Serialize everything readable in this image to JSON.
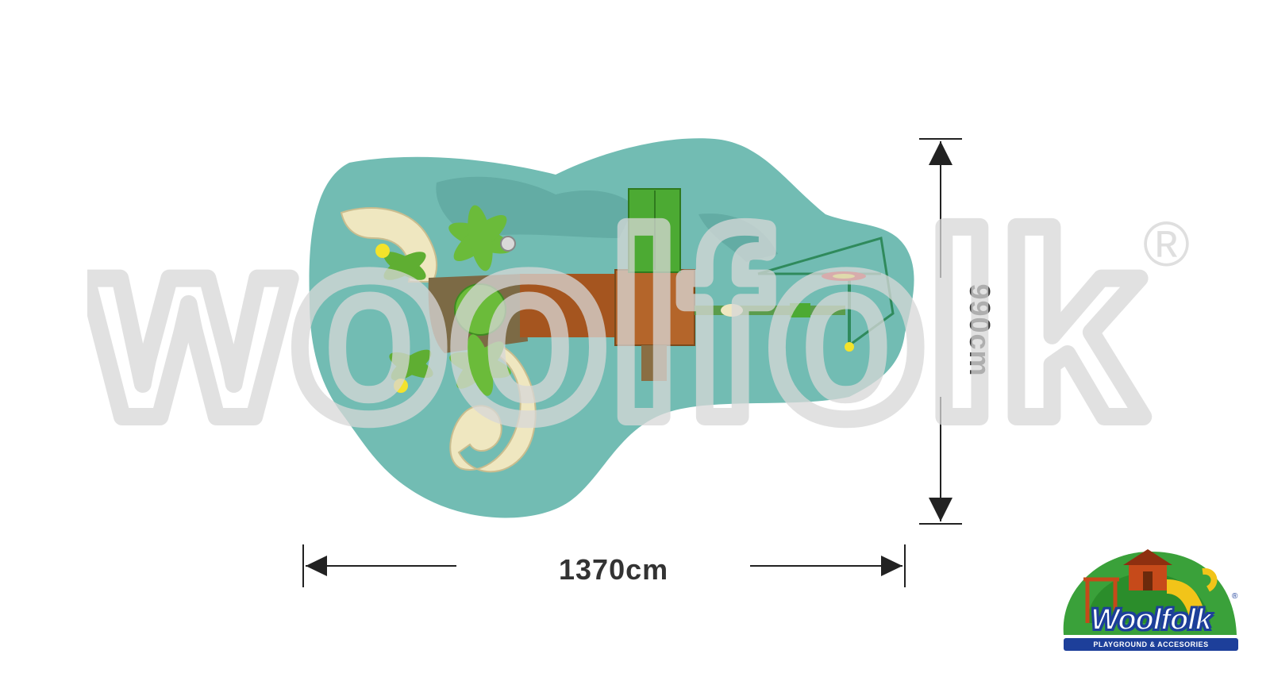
{
  "dimensions": {
    "width_label": "1370cm",
    "height_label": "990cm"
  },
  "watermark": {
    "text": "woolfolk",
    "registered": "®"
  },
  "logo": {
    "word": "Woolfolk",
    "subtitle": "PLAYGROUND & ACCESORIES",
    "registered": "®"
  },
  "colors": {
    "ground": "#72bcb3",
    "ground_shadow": "#5aa19a",
    "slide": "#efe7c0",
    "tower_roof": "#a5551f",
    "tower_deck": "#7b5a33",
    "palm": "#6bbb3a",
    "green_slide": "#4caa33",
    "accent_yellow": "#f4e32b",
    "accent_red": "#d7282a",
    "dimension_line": "#222222",
    "watermark": "#d8d8d8"
  }
}
